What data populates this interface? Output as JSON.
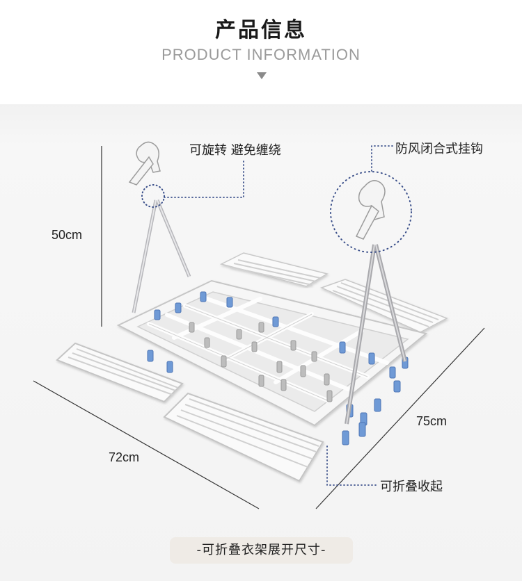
{
  "header": {
    "title_zh": "产品信息",
    "title_en": "PRODUCT INFORMATION"
  },
  "annotations": {
    "rotate_hook": "可旋转 避免缠绕",
    "windproof_hook": "防风闭合式挂钩",
    "foldable": "可折叠收起"
  },
  "dimensions": {
    "height": "50cm",
    "width": "72cm",
    "depth": "75cm"
  },
  "caption": "-可折叠衣架展开尺寸-",
  "colors": {
    "frame": "#f8f8f8",
    "clip_blue": "#6f9ad6",
    "clip_gray": "#b9b9b9",
    "pole": "#a9a9ad",
    "dotted": "#3a4f8a",
    "caption_bg": "#efebe6"
  }
}
